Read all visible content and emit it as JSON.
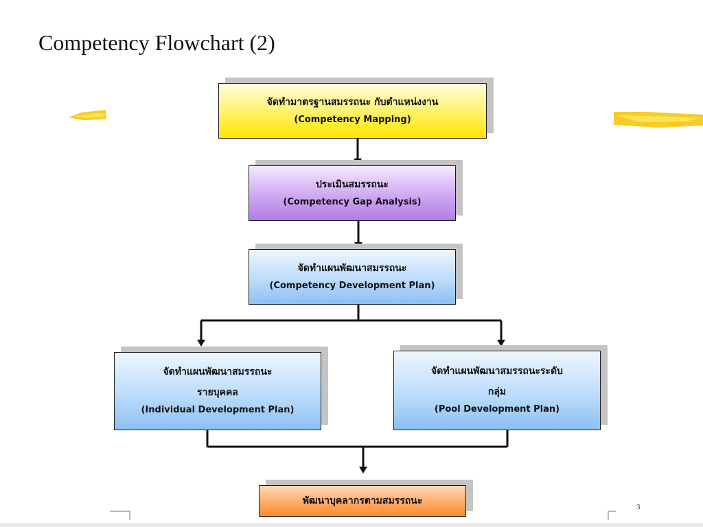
{
  "title": "Competency Flowchart (2)",
  "page_number": "3",
  "colors": {
    "step1": "#ffe600",
    "step2": "#b07ee8",
    "step3": "#8cc0f2",
    "step6": "#ff8a2a",
    "connector": "#111111",
    "shadow": "#c4c4c4"
  },
  "steps": [
    {
      "thai": "จัดทำมาตรฐานสมรรถนะ กับตำแหน่งงาน",
      "english": "(Competency Mapping)"
    },
    {
      "thai": "ประเมินสมรรถนะ",
      "english": "(Competency Gap Analysis)"
    },
    {
      "thai": "จัดทำแผนพัฒนาสมรรถนะ",
      "english": "(Competency Development Plan)"
    },
    {
      "thai_line1": "จัดทำแผนพัฒนาสมรรถนะ",
      "thai_line2": "รายบุคคล",
      "english": "(Individual Development Plan)"
    },
    {
      "thai_line1": "จัดทำแผนพัฒนาสมรรถนะระดับ",
      "thai_line2": "กลุ่ม",
      "english": "(Pool Development Plan)"
    },
    {
      "thai": "พัฒนาบุคลากรตามสมรรถนะ"
    }
  ]
}
